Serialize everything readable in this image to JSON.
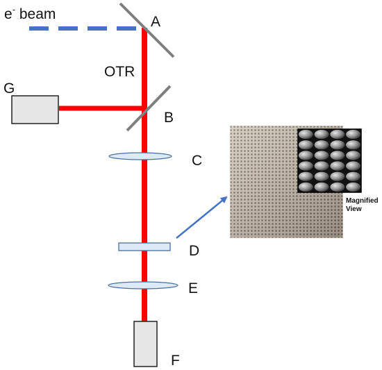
{
  "beam": {
    "label_prefix": "e",
    "label_sup": "-",
    "label_suffix": " beam"
  },
  "radiation_label": "OTR",
  "labels": {
    "A": "A",
    "B": "B",
    "C": "C",
    "D": "D",
    "E": "E",
    "F": "F",
    "G": "G"
  },
  "inset": {
    "caption_line1": "Magnified",
    "caption_line2": "View"
  },
  "colors": {
    "beam": "#4472c4",
    "laser": "#ff0000",
    "component_fill": "#e6e6e6",
    "lens_fill": "#dce9f6",
    "lens_stroke": "#4a6f9a",
    "mirror": "#7f7f7f",
    "arrow": "#4472c4"
  }
}
